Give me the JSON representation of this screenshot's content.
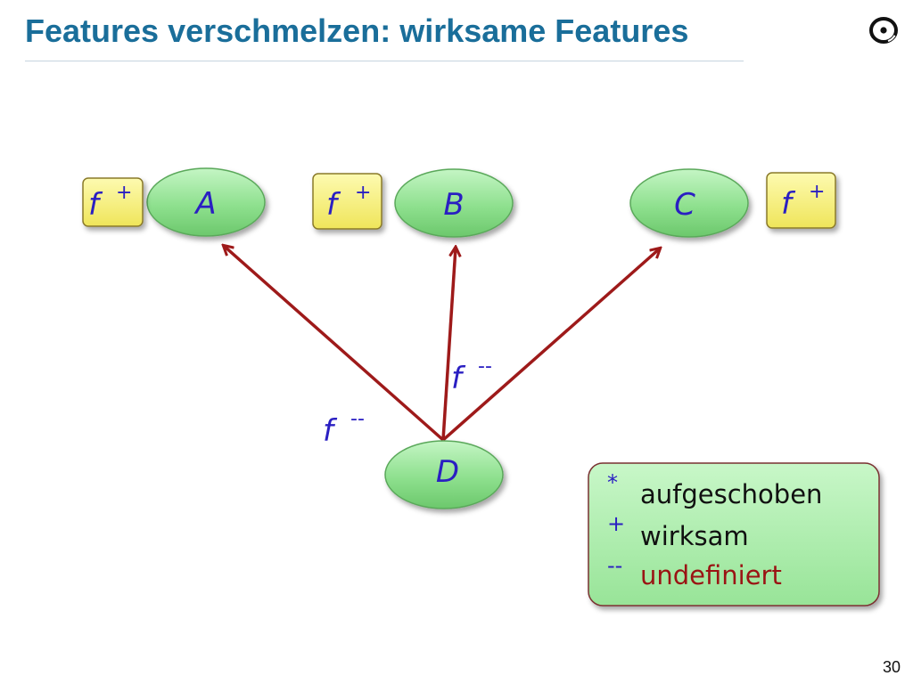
{
  "title": "Features verschmelzen: wirksame Features",
  "page_number": "30",
  "logo": {
    "icon": "eiffel-logo-icon"
  },
  "colors": {
    "title": "#1a6e9a",
    "node_fill": "#8ee08e",
    "feature_box_fill": "#f8f27a",
    "arrow": "#9e1a1a",
    "label_text": "#2a1fc2",
    "undefined_text": "#9a1414"
  },
  "nodes": {
    "A": {
      "label": "A"
    },
    "B": {
      "label": "B"
    },
    "C": {
      "label": "C"
    },
    "D": {
      "label": "D"
    }
  },
  "feature_tags": {
    "A": {
      "name": "f",
      "mark": "+"
    },
    "B": {
      "name": "f",
      "mark": "+"
    },
    "C": {
      "name": "f",
      "mark": "+"
    }
  },
  "edge_labels": {
    "D_to_A": {
      "name": "f",
      "mark": "--"
    },
    "D_to_B": {
      "name": "f",
      "mark": "--"
    }
  },
  "legend": {
    "items": [
      {
        "symbol": "*",
        "text": "aufgeschoben"
      },
      {
        "symbol": "+",
        "text": "wirksam"
      },
      {
        "symbol": "--",
        "text": "undefiniert"
      }
    ]
  }
}
